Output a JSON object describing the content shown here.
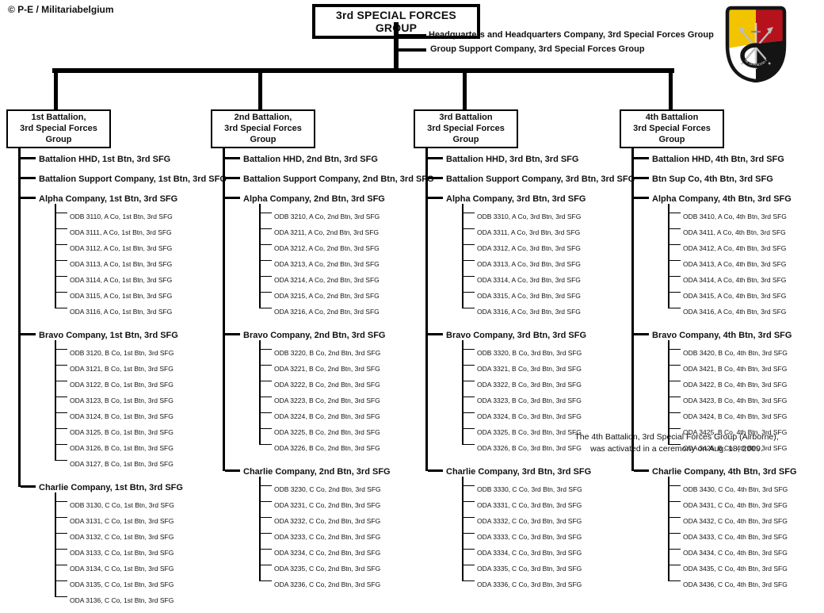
{
  "copyright": "© P-E / Militariabelgium",
  "title": "3rd SPECIAL FORCES GROUP",
  "group_units": [
    "Headquarters and Headquarters Company, 3rd Special Forces Group",
    "Group Support Company, 3rd Special Forces Group"
  ],
  "battalions": [
    {
      "box_line1": "1st Battalion,",
      "box_line2": "3rd Special Forces Group",
      "units": [
        {
          "label": "Battalion HHD, 1st Btn, 3rd SFG",
          "teams": []
        },
        {
          "label": "Battalion Support Company, 1st Btn, 3rd SFG",
          "teams": []
        },
        {
          "label": "Alpha Company, 1st Btn, 3rd SFG",
          "teams": [
            "ODB 3110, A Co, 1st Btn, 3rd SFG",
            "ODA 3111, A Co, 1st Btn, 3rd SFG",
            "ODA 3112, A Co, 1st Btn, 3rd SFG",
            "ODA 3113, A Co, 1st Btn, 3rd SFG",
            "ODA 3114, A Co, 1st Btn, 3rd SFG",
            "ODA 3115, A Co, 1st Btn, 3rd SFG",
            "ODA 3116, A Co, 1st Btn, 3rd SFG"
          ]
        },
        {
          "label": "Bravo Company, 1st Btn, 3rd SFG",
          "teams": [
            "ODB 3120, B Co, 1st Btn, 3rd SFG",
            "ODA 3121, B Co, 1st Btn, 3rd SFG",
            "ODA 3122, B Co, 1st Btn, 3rd SFG",
            "ODA 3123, B Co, 1st Btn, 3rd SFG",
            "ODA 3124, B Co, 1st Btn, 3rd SFG",
            "ODA 3125, B Co, 1st Btn, 3rd SFG",
            "ODA 3126, B Co, 1st Btn, 3rd SFG",
            "ODA 3127, B Co, 1st Btn, 3rd SFG"
          ]
        },
        {
          "label": "Charlie Company, 1st Btn, 3rd SFG",
          "teams": [
            "ODB 3130, C Co, 1st Btn, 3rd SFG",
            "ODA 3131, C Co, 1st Btn, 3rd SFG",
            "ODA 3132, C Co, 1st Btn, 3rd SFG",
            "ODA 3133, C Co, 1st Btn, 3rd SFG",
            "ODA 3134, C Co, 1st Btn, 3rd SFG",
            "ODA 3135, C Co, 1st Btn, 3rd SFG",
            "ODA 3136, C Co, 1st Btn, 3rd SFG"
          ]
        }
      ]
    },
    {
      "box_line1": "2nd Battalion,",
      "box_line2": "3rd Special Forces Group",
      "units": [
        {
          "label": "Battalion HHD, 2nd Btn, 3rd SFG",
          "teams": []
        },
        {
          "label": "Battalion Support Company, 2nd Btn, 3rd SFG",
          "teams": []
        },
        {
          "label": "Alpha Company, 2nd Btn, 3rd SFG",
          "teams": [
            "ODB 3210, A Co, 2nd Btn, 3rd SFG",
            "ODA 3211, A Co, 2nd Btn, 3rd SFG",
            "ODA 3212, A Co, 2nd Btn, 3rd SFG",
            "ODA 3213, A Co, 2nd Btn, 3rd SFG",
            "ODA 3214, A Co, 2nd Btn, 3rd SFG",
            "ODA 3215, A Co, 2nd Btn, 3rd SFG",
            "ODA 3216, A Co, 2nd Btn, 3rd SFG"
          ]
        },
        {
          "label": "Bravo Company, 2nd Btn, 3rd SFG",
          "teams": [
            "ODB 3220, B Co, 2nd Btn, 3rd SFG",
            "ODA 3221, B Co, 2nd Btn, 3rd SFG",
            "ODA 3222, B Co, 2nd Btn, 3rd SFG",
            "ODA 3223, B Co, 2nd Btn, 3rd SFG",
            "ODA 3224, B Co, 2nd Btn, 3rd SFG",
            "ODA 3225, B Co, 2nd Btn, 3rd SFG",
            "ODA 3226, B Co, 2nd Btn, 3rd SFG"
          ]
        },
        {
          "label": "Charlie Company, 2nd Btn, 3rd SFG",
          "teams": [
            "ODB 3230, C Co, 2nd Btn, 3rd SFG",
            "ODA 3231, C Co, 2nd Btn, 3rd SFG",
            "ODA 3232, C Co, 2nd Btn, 3rd SFG",
            "ODA 3233, C Co, 2nd Btn, 3rd SFG",
            "ODA 3234, C Co, 2nd Btn, 3rd SFG",
            "ODA 3235, C Co, 2nd Btn, 3rd SFG",
            "ODA 3236, C Co, 2nd Btn, 3rd SFG"
          ]
        }
      ]
    },
    {
      "box_line1": "3rd Battalion",
      "box_line2": "3rd Special Forces Group",
      "units": [
        {
          "label": "Battalion HHD, 3rd Btn, 3rd SFG",
          "teams": []
        },
        {
          "label": "Battalion Support Company, 3rd Btn, 3rd SFG",
          "teams": []
        },
        {
          "label": "Alpha Company, 3rd Btn, 3rd SFG",
          "teams": [
            "ODB 3310, A Co, 3rd Btn, 3rd SFG",
            "ODA 3311, A Co, 3rd Btn, 3rd SFG",
            "ODA 3312, A Co, 3rd Btn, 3rd SFG",
            "ODA 3313, A Co, 3rd Btn, 3rd SFG",
            "ODA 3314, A Co, 3rd Btn, 3rd SFG",
            "ODA 3315, A Co, 3rd Btn, 3rd SFG",
            "ODA 3316, A Co, 3rd Btn, 3rd SFG"
          ]
        },
        {
          "label": "Bravo Company, 3rd Btn, 3rd SFG",
          "teams": [
            "ODB 3320, B Co, 3rd Btn, 3rd SFG",
            "ODA 3321, B Co, 3rd Btn, 3rd SFG",
            "ODA 3322, B Co, 3rd Btn, 3rd SFG",
            "ODA 3323, B Co, 3rd Btn, 3rd SFG",
            "ODA 3324, B Co, 3rd Btn, 3rd SFG",
            "ODA 3325, B Co, 3rd Btn, 3rd SFG",
            "ODA 3326, B Co, 3rd Btn, 3rd SFG"
          ]
        },
        {
          "label": "Charlie Company, 3rd Btn, 3rd SFG",
          "teams": [
            "ODB 3330, C Co, 3rd Btn, 3rd SFG",
            "ODA 3331, C Co, 3rd Btn, 3rd SFG",
            "ODA 3332, C Co, 3rd Btn, 3rd SFG",
            "ODA 3333, C Co, 3rd Btn, 3rd SFG",
            "ODA 3334, C Co, 3rd Btn, 3rd SFG",
            "ODA 3335, C Co, 3rd Btn, 3rd SFG",
            "ODA 3336, C Co, 3rd Btn, 3rd SFG"
          ]
        }
      ]
    },
    {
      "box_line1": "4th Battalion",
      "box_line2": "3rd Special Forces Group",
      "units": [
        {
          "label": "Battalion HHD, 4th Btn, 3rd SFG",
          "teams": []
        },
        {
          "label": "Btn Sup Co, 4th Btn, 3rd SFG",
          "teams": []
        },
        {
          "label": "Alpha Company, 4th Btn, 3rd SFG",
          "teams": [
            "ODB 3410, A Co, 4th Btn, 3rd SFG",
            "ODA 3411, A Co, 4th Btn, 3rd SFG",
            "ODA 3412, A Co, 4th Btn, 3rd SFG",
            "ODA 3413, A Co, 4th Btn, 3rd SFG",
            "ODA 3414, A Co, 4th Btn, 3rd SFG",
            "ODA 3415, A Co, 4th Btn, 3rd SFG",
            "ODA 3416, A Co, 4th Btn, 3rd SFG"
          ]
        },
        {
          "label": "Bravo Company, 4th Btn, 3rd SFG",
          "teams": [
            "ODB 3420, B Co, 4th Btn, 3rd SFG",
            "ODA 3421, B Co, 4th Btn, 3rd SFG",
            "ODA 3422, B Co, 4th Btn, 3rd SFG",
            "ODA 3423, B Co, 4th Btn, 3rd SFG",
            "ODA 3424, B Co, 4th Btn, 3rd SFG",
            "ODA 3425, B Co, 4th Btn, 3rd SFG",
            "ODA 3426, B Co, 4th Btn, 3rd SFG"
          ]
        },
        {
          "label": "Charlie Company, 4th Btn, 3rd SFG",
          "teams": [
            "ODB 3430, C Co, 4th Btn, 3rd SFG",
            "ODA 3431, C Co, 4th Btn, 3rd SFG",
            "ODA 3432, C Co, 4th Btn, 3rd SFG",
            "ODA 3433, C Co, 4th Btn, 3rd SFG",
            "ODA 3434, C Co, 4th Btn, 3rd SFG",
            "ODA 3435, C Co, 4th Btn, 3rd SFG",
            "ODA 3436, C Co, 4th Btn, 3rd SFG"
          ]
        }
      ]
    }
  ],
  "footnote": {
    "line1": "The 4th Battalion, 3rd Special Forces Group (Airborne),",
    "line2": "was activated in a ceremony on Aug. 18, 2009."
  },
  "insignia": {
    "name": "3rd Special Forces Group beret flash",
    "motto": "DE OPPRESSO LIBER",
    "colors": {
      "yellow": "#F2C400",
      "red": "#B5121B",
      "white": "#FFFFFF",
      "black": "#141414",
      "silver": "#BDBDBD"
    }
  }
}
